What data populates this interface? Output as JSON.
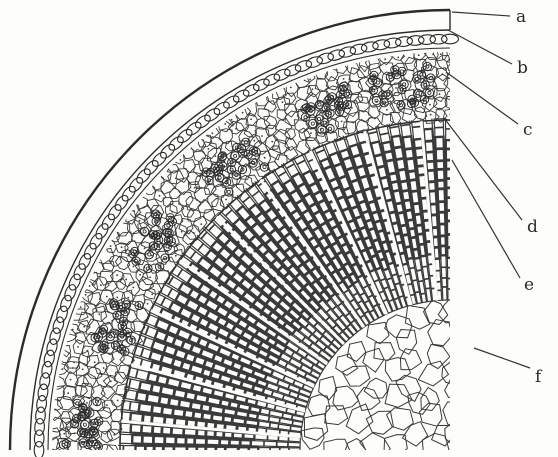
{
  "figure": {
    "colors": {
      "background": "#fdfdfb",
      "ink": "#2c2c2c",
      "xylem_ink": "#3a3a3a"
    },
    "labels": [
      {
        "id": "a",
        "text": "a"
      },
      {
        "id": "b",
        "text": "b"
      },
      {
        "id": "c",
        "text": "c"
      },
      {
        "id": "d",
        "text": "d"
      },
      {
        "id": "e",
        "text": "e"
      },
      {
        "id": "f",
        "text": "f"
      }
    ]
  }
}
